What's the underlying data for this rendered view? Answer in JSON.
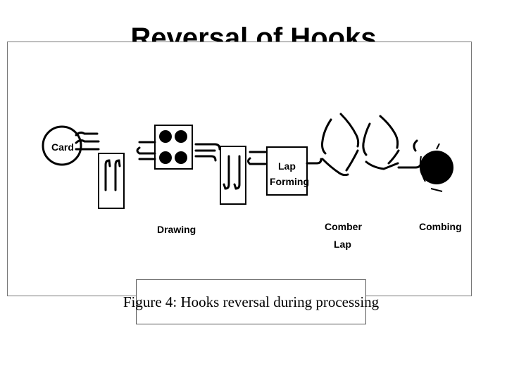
{
  "slide": {
    "title": "Reversal of Hooks"
  },
  "diagram": {
    "labels": {
      "card": "Card",
      "drawing": "Drawing",
      "lap_forming_line1": "Lap",
      "lap_forming_line2": "Forming",
      "comber_lap_line1": "Comber",
      "comber_lap_line2": "Lap",
      "combing": "Combing"
    },
    "caption": "Figure 4: Hooks reversal during processing"
  }
}
